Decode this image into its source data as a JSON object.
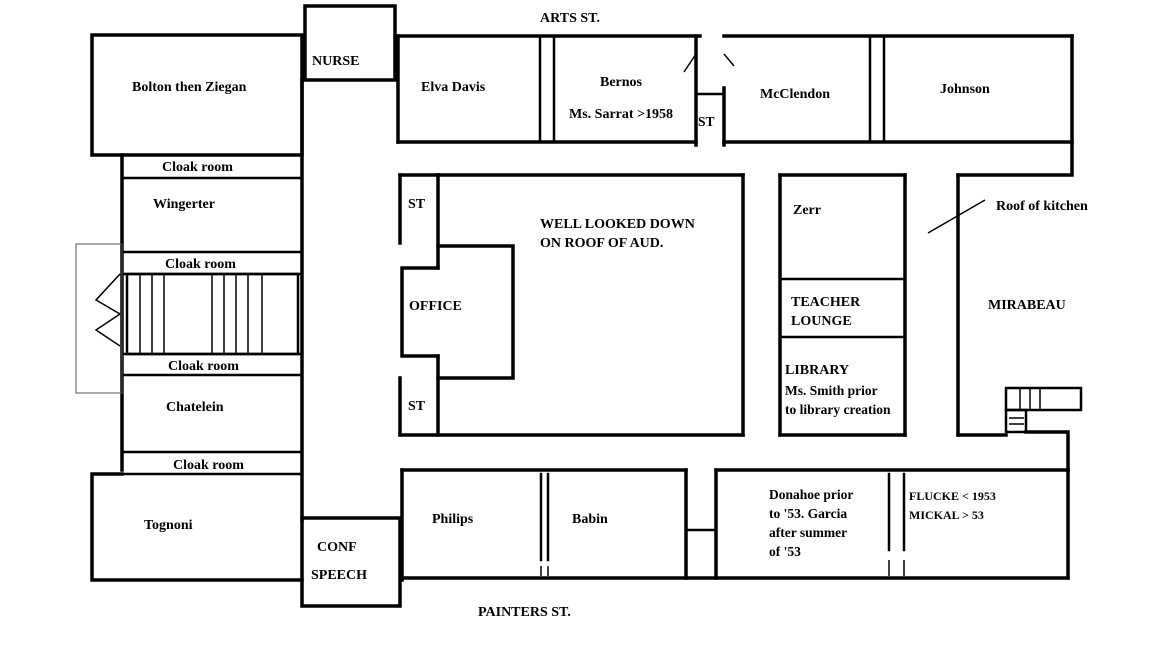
{
  "streets": {
    "north": "ARTS ST.",
    "south": "PAINTERS ST."
  },
  "rooms": {
    "bolton": "Bolton then Ziegan",
    "nurse": "NURSE",
    "cloak1": "Cloak room",
    "wingerter": "Wingerter",
    "cloak2": "Cloak room",
    "cloak3": "Cloak room",
    "chatelein": "Chatelein",
    "cloak4": "Cloak room",
    "tognoni": "Tognoni",
    "conf": "CONF",
    "speech": "SPEECH",
    "elva_davis": "Elva Davis",
    "bernos": "Bernos",
    "sarrat": "Ms. Sarrat >1958",
    "st_north": "ST",
    "mcclendon": "McClendon",
    "johnson": "Johnson",
    "st_upper": "ST",
    "st_lower": "ST",
    "office": "OFFICE",
    "well_line1": "WELL LOOKED DOWN",
    "well_line2": "ON ROOF OF AUD.",
    "zerr": "Zerr",
    "roof_kitchen": "Roof of kitchen",
    "teacher_line1": "TEACHER",
    "teacher_line2": "LOUNGE",
    "mirabeau": "MIRABEAU",
    "library_line1": "LIBRARY",
    "library_line2": "Ms. Smith prior",
    "library_line3": "to library creation",
    "philips": "Philips",
    "babin": "Babin",
    "donahoe_line1": "Donahoe prior",
    "donahoe_line2": "to '53. Garcia",
    "donahoe_line3": "after summer",
    "donahoe_line4": "of '53",
    "flucke": "FLUCKE < 1953",
    "mickal": "MICKAL > 53"
  }
}
